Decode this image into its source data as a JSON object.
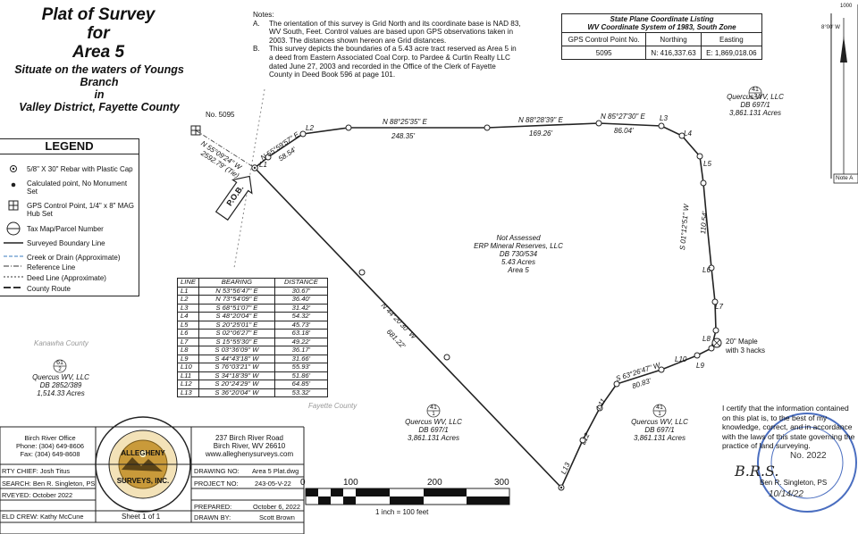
{
  "header": {
    "title_l1": "Plat of Survey",
    "title_l2": "for",
    "title_l3": "Area 5",
    "subtitle_1": "Situate on the waters of Youngs Branch",
    "subtitle_2": "in",
    "subtitle_3": "Valley District, Fayette County"
  },
  "notes": {
    "heading": "Notes:",
    "items": [
      {
        "key": "A.",
        "text": "The orientation of this survey is Grid North and its coordinate base is NAD 83, WV South, Feet. Control values are based upon GPS observations taken in 2003. The distances shown hereon are Grid distances."
      },
      {
        "key": "B.",
        "text": "This survey depicts the boundaries of a 5.43 acre tract reserved as Area 5 in a deed from Eastern Associated Coal Corp. to Pardee & Curtin Realty LLC dated June 27, 2003 and recorded in the Office of the Clerk of Fayette County in Deed Book 596 at page 101."
      }
    ]
  },
  "coord_listing": {
    "title_1": "State Plane Coordinate Listing",
    "title_2": "WV Coordinate System of 1983, South Zone",
    "col_point": "GPS Control Point No.",
    "col_north": "Northing",
    "col_east": "Easting",
    "point": "5095",
    "northing": "N: 416,337.63",
    "easting": "E: 1,869,018.06"
  },
  "legend": {
    "heading": "LEGEND",
    "items": [
      "5/8\" X 30\" Rebar with Plastic Cap",
      "Calculated point, No Monument Set",
      "GPS Control Point, 1/4\" x 8\" MAG Hub Set",
      "Tax Map/Parcel Number",
      "Surveyed Boundary Line",
      "Creek or Drain (Approximate)",
      "Reference Line",
      "Deed Line (Approximate)",
      "County Route"
    ]
  },
  "line_table": {
    "headers": [
      "LINE",
      "BEARING",
      "DISTANCE"
    ],
    "rows": [
      [
        "L1",
        "N 53°56'47\" E",
        "30.67'"
      ],
      [
        "L2",
        "N 73°54'09\" E",
        "36.40'"
      ],
      [
        "L3",
        "S 68°51'07\" E",
        "31.42'"
      ],
      [
        "L4",
        "S 48°20'04\" E",
        "54.32'"
      ],
      [
        "L5",
        "S 20°25'01\" E",
        "45.73'"
      ],
      [
        "L6",
        "S 02°06'27\" E",
        "63.18'"
      ],
      [
        "L7",
        "S 15°55'30\" E",
        "49.22'"
      ],
      [
        "L8",
        "S 03°36'09\" W",
        "36.17'"
      ],
      [
        "L9",
        "S 44°43'18\" W",
        "31.66'"
      ],
      [
        "L10",
        "S 76°03'21\" W",
        "55.93'"
      ],
      [
        "L11",
        "S 34°18'39\" W",
        "51.86'"
      ],
      [
        "L12",
        "S 20°24'29\" W",
        "64.85'"
      ],
      [
        "L13",
        "S 36°20'04\" W",
        "53.32'"
      ]
    ]
  },
  "plat": {
    "control_point": "No. 5095",
    "tie_bearing": "N 55°09'24\" W",
    "tie_distance": "2592.79' (Tie)",
    "pob": "P.O.B.",
    "call_1_bearing": "N 55°59'57\" E",
    "call_1_distance": "58.54'",
    "call_2_bearing": "N 88°25'35\" E",
    "call_2_distance": "248.35'",
    "call_3_bearing": "N 88°28'39\" E",
    "call_3_distance": "169.26'",
    "call_4_bearing": "N 85°27'30\" E",
    "call_4_distance": "86.04'",
    "call_5_bearing": "S 01°12'51\" W",
    "call_5_distance": "110.54'",
    "call_6_bearing": "S 63°26'47\" W",
    "call_6_distance": "80.83'",
    "call_7_bearing": "N 44°20'30\" W",
    "call_7_distance": "681.22'",
    "line_labels": [
      "L1",
      "L2",
      "L3",
      "L4",
      "L5",
      "L6",
      "L7",
      "L8",
      "L9",
      "L10",
      "L11",
      "L12",
      "L13"
    ],
    "maple": "20\" Maple",
    "maple_2": "with 3 hacks",
    "center_1": "Not Assessed",
    "center_2": "ERP Mineral Reserves, LLC",
    "center_3": "DB 730/534",
    "center_4": "5.43 Acres",
    "center_5": "Area 5",
    "county_1": "Kanawha County",
    "county_2": "Fayette County"
  },
  "parcels": [
    {
      "num": "41",
      "sub": "1",
      "owner": "Quercus WV, LLC",
      "db": "DB 697/1",
      "acres": "3,861.131 Acres"
    },
    {
      "num": "61",
      "sub": "2",
      "owner": "Quercus WV, LLC",
      "db": "DB 2852/389",
      "acres": "1,514.33 Acres"
    },
    {
      "num": "41",
      "sub": "1",
      "owner": "Quercus WV, LLC",
      "db": "DB 697/1",
      "acres": "3,861.131 Acres"
    },
    {
      "num": "41",
      "sub": "1",
      "owner": "Quercus WV, LLC",
      "db": "DB 697/1",
      "acres": "3,861.131 Acres"
    }
  ],
  "scale": {
    "ticks": [
      "0",
      "100",
      "200",
      "300"
    ],
    "label": "1 inch = 100 feet"
  },
  "title_block": {
    "office_1": "Birch River Office",
    "phone": "Phone: (304) 649-8606",
    "fax": "Fax: (304) 649-8608",
    "logo_1": "ALLEGHENY",
    "logo_2": "SURVEYS, INC.",
    "address_1": "237 Birch River Road",
    "address_2": "Birch River, WV 26610",
    "website": "www.alleghenysurveys.com",
    "party_chief": "RTY CHIEF:  Josh Titus",
    "research": "SEARCH:  Ben R. Singleton, PS",
    "surveyed": "RVEYED:  October 2022",
    "field_crew": "ELD CREW:  Kathy McCune",
    "drawing_no_k": "DRAWING NO:",
    "drawing_no": "Area 5 Plat.dwg",
    "project_no_k": "PROJECT NO:",
    "project_no": "243-05-V-22",
    "prepared_k": "PREPARED:",
    "prepared": "October 6, 2022",
    "drawn_by_k": "DRAWN BY:",
    "drawn_by": "Scott Brown",
    "sheet": "Sheet 1 of 1"
  },
  "certification": {
    "text": "I certify that the information contained on this plat is, to the best of my knowledge, correct, and in accordance with the laws of this state governing the practice of land surveying.",
    "seal_no": "No. 2022",
    "signer": "Ben R. Singleton, PS",
    "date": "10/14/22"
  },
  "north": {
    "ticks": "1000",
    "angle": "8°00' W",
    "note": "Note A"
  }
}
